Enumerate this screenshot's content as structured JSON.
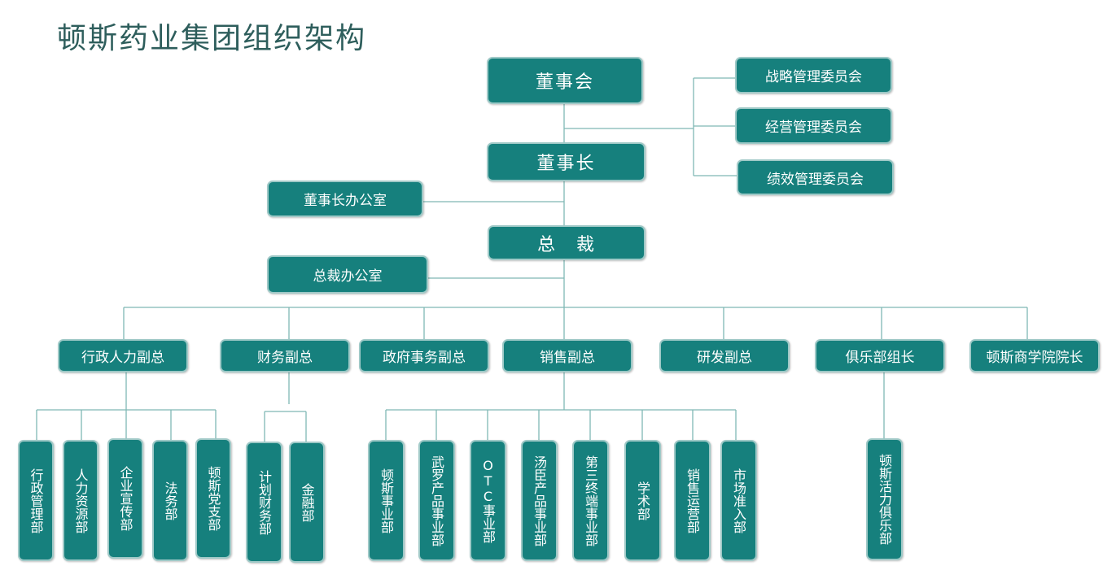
{
  "title": "顿斯药业集团组织架构",
  "top": {
    "board": "董事会",
    "chairman": "董事长",
    "chairman_office": "董事长办公室",
    "president": "总　裁",
    "president_office": "总裁办公室"
  },
  "committees": [
    "战略管理委员会",
    "经营管理委员会",
    "绩效管理委员会"
  ],
  "vps": [
    "行政人力副总",
    "财务副总",
    "政府事务副总",
    "销售副总",
    "研发副总",
    "俱乐部组长",
    "顿斯商学院院长"
  ],
  "departments": {
    "admin_hr": [
      "行政管理部",
      "人力资源部",
      "企业宣传部",
      "法务部",
      "顿斯党支部"
    ],
    "finance": [
      "计划财务部",
      "金融部"
    ],
    "sales": [
      "顿斯事业部",
      "武罗产品事业部",
      "OTC事业部",
      "汤臣产品事业部",
      "第三终端事业部",
      "学术部",
      "销售运营部",
      "市场准入部"
    ],
    "club": [
      "顿斯活力俱乐部"
    ]
  },
  "colors": {
    "box": "#16807d",
    "border": "#9fc9c7",
    "line": "#7fb8b5",
    "title": "#2e5e5c"
  }
}
